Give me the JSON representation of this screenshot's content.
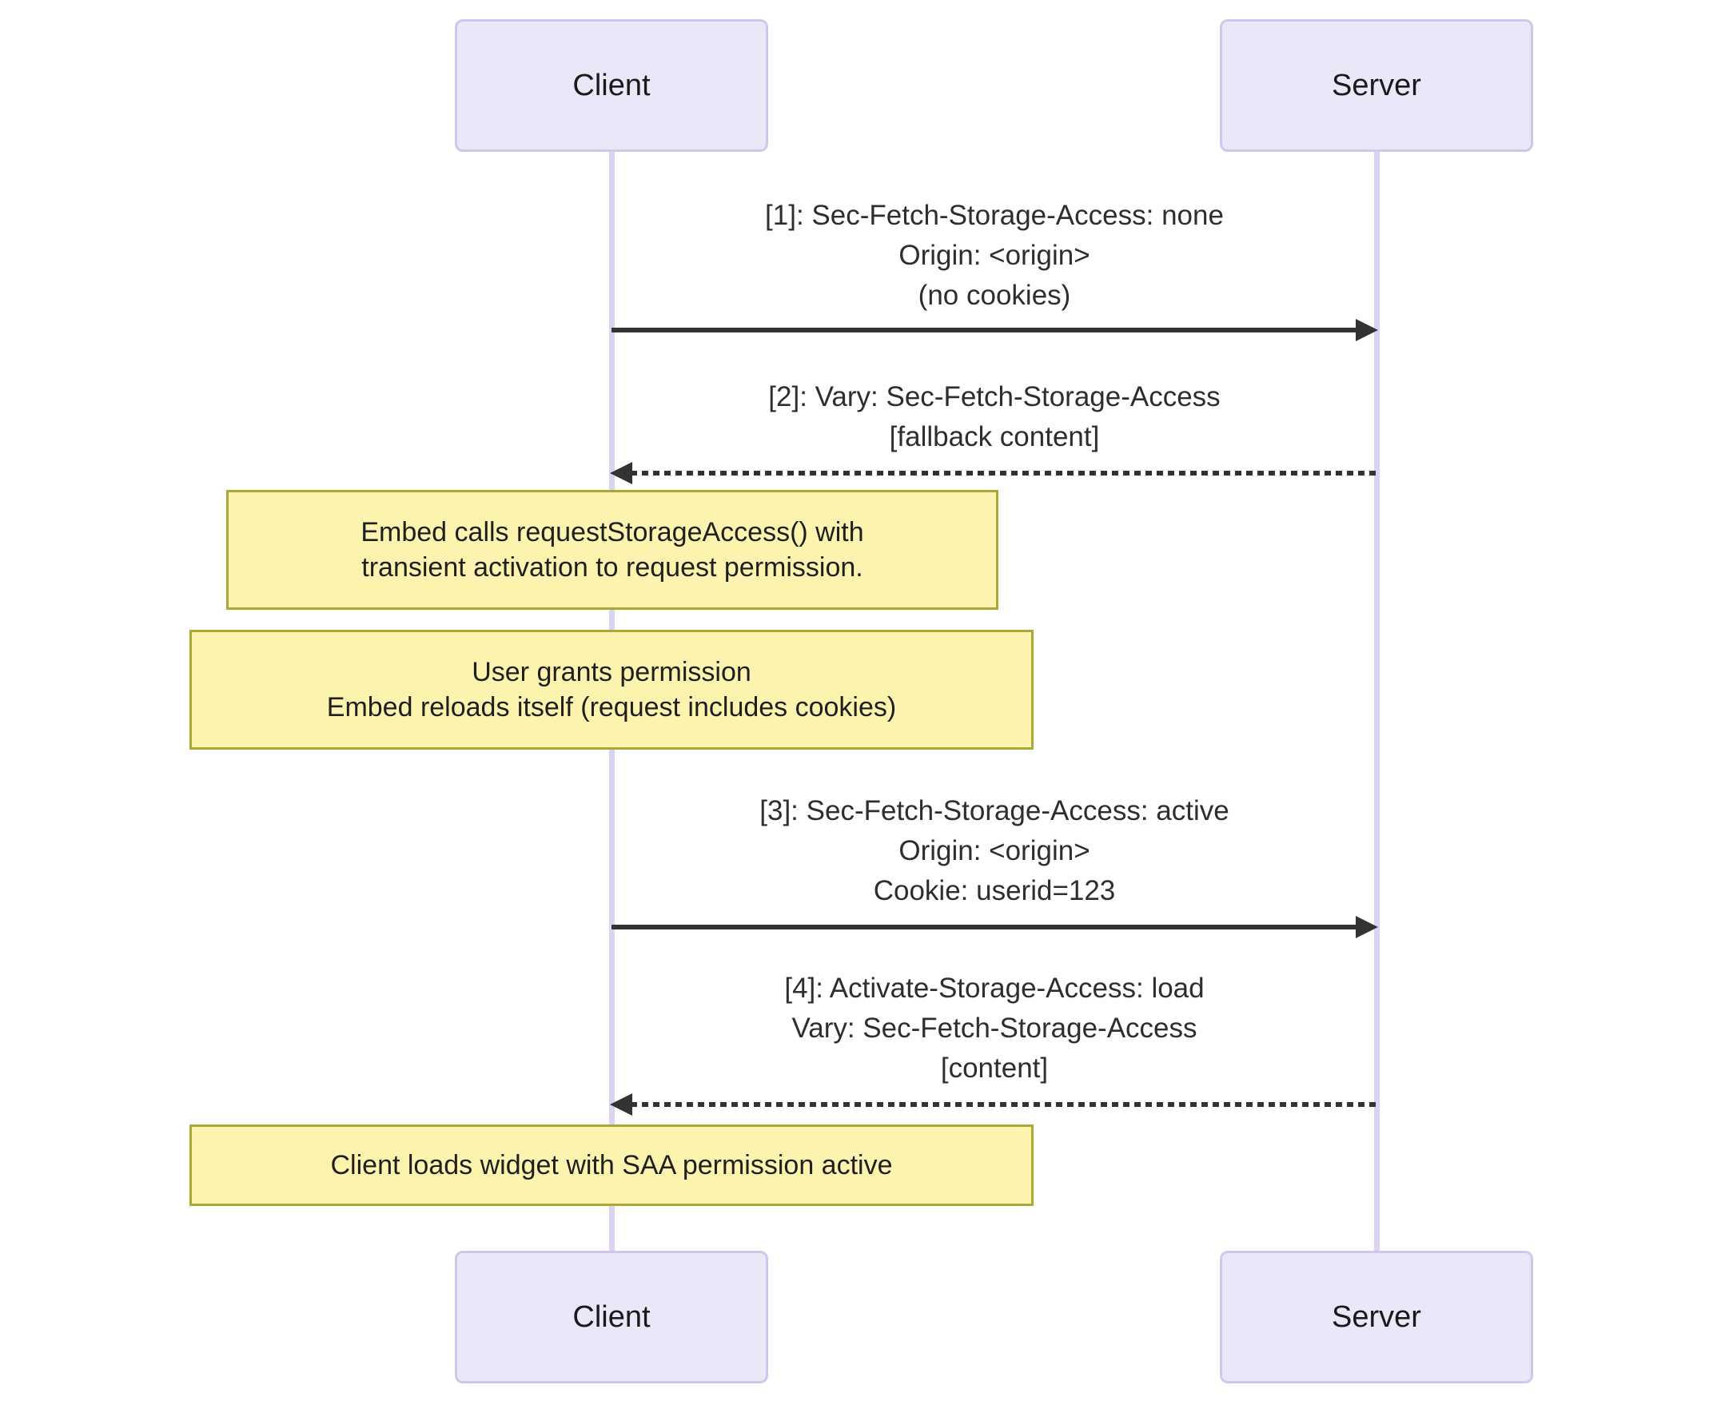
{
  "diagram": {
    "type": "sequence",
    "actors": [
      {
        "id": "client",
        "label": "Client"
      },
      {
        "id": "server",
        "label": "Server"
      }
    ],
    "messages": [
      {
        "from": "Client",
        "to": "Server",
        "line_style": "solid",
        "arrow_direction": "right",
        "label_lines": [
          "[1]: Sec-Fetch-Storage-Access: none",
          "Origin: <origin>",
          "(no cookies)"
        ]
      },
      {
        "from": "Server",
        "to": "Client",
        "line_style": "dashed",
        "arrow_direction": "left",
        "label_lines": [
          "[2]: Vary: Sec-Fetch-Storage-Access",
          "[fallback content]"
        ]
      },
      {
        "from": "Client",
        "to": "Server",
        "line_style": "solid",
        "arrow_direction": "right",
        "label_lines": [
          "[3]: Sec-Fetch-Storage-Access: active",
          "Origin: <origin>",
          "Cookie: userid=123"
        ]
      },
      {
        "from": "Server",
        "to": "Client",
        "line_style": "dashed",
        "arrow_direction": "left",
        "label_lines": [
          "[4]: Activate-Storage-Access: load",
          "Vary: Sec-Fetch-Storage-Access",
          "[content]"
        ]
      }
    ],
    "notes": [
      {
        "over": "Client",
        "lines": [
          "Embed calls requestStorageAccess() with",
          "transient activation to request permission."
        ]
      },
      {
        "over": "Client",
        "lines": [
          "User grants permission",
          "Embed reloads itself (request includes cookies)"
        ]
      },
      {
        "over": "Client",
        "lines": [
          "Client loads widget with SAA permission active"
        ]
      }
    ],
    "colors": {
      "actor_fill": "#EAE8F8",
      "actor_border": "#D3C6EE",
      "lifeline": "#DCD3F2",
      "note_fill": "#FCF3AE",
      "note_border": "#A9A933",
      "signal": "#333333",
      "text": "#2E2E2E"
    }
  }
}
